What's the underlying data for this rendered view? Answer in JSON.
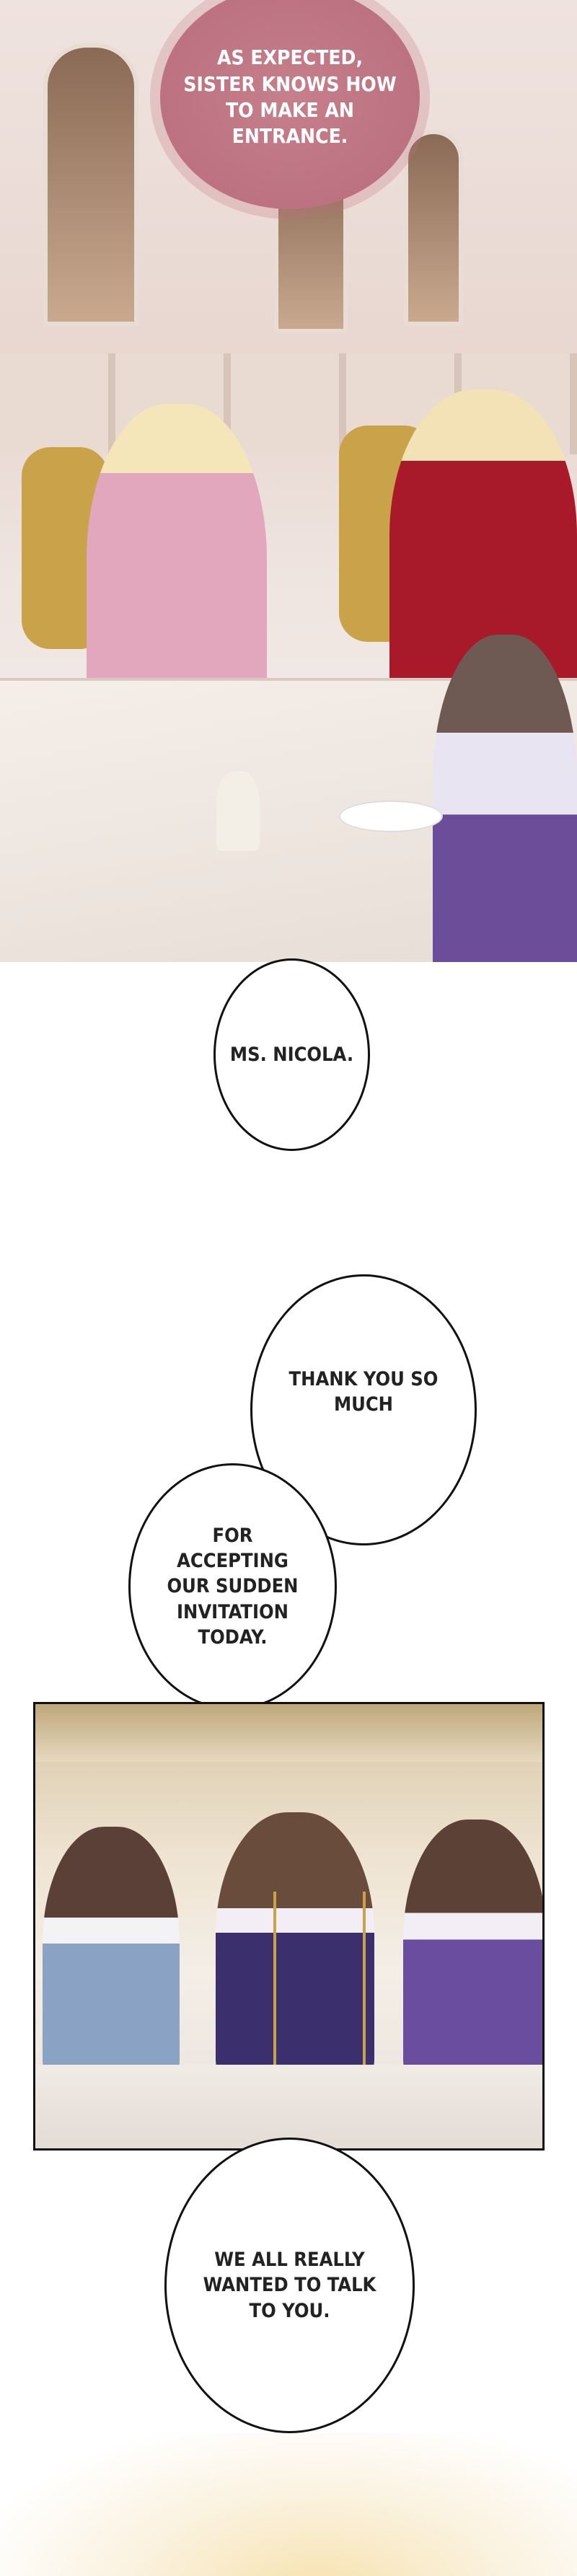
{
  "panels": [
    {
      "id": "panel-1",
      "scene": "library-tea-party"
    },
    {
      "id": "panel-2",
      "scene": "three-ladies-tea"
    }
  ],
  "bubbles": {
    "entrance": "As expected,\nsister knows how\nto make an\nentrance.",
    "nicola": "Ms. Nicola.",
    "thank_you": "Thank you so\nmuch",
    "accepting": "For\naccepting\nour sudden\ninvitation\ntoday.",
    "talk": "We all really\nwanted to talk\nto you."
  },
  "colors": {
    "pink_bubble": "#b86c7b",
    "panel_border": "#111111"
  }
}
